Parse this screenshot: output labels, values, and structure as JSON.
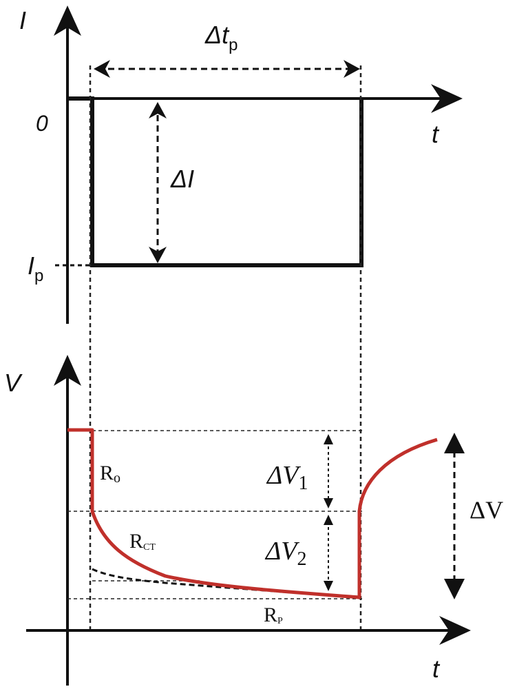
{
  "current_plot": {
    "axis_y_label": "I",
    "axis_x_label": "t",
    "zero_label": "0",
    "pulse_level_label": {
      "base": "I",
      "sub": "p"
    },
    "delta_i_label": "ΔI",
    "pulse_duration_label": {
      "base": "Δt",
      "sub": "p"
    }
  },
  "voltage_plot": {
    "axis_y_label": "V",
    "axis_x_label": "t",
    "r0_label": {
      "base": "R",
      "sub": "o"
    },
    "rct_label": {
      "base": "R",
      "sub": "CT"
    },
    "rp_label": {
      "base": "R",
      "sub": "P"
    },
    "delta_v1_label": {
      "base": "ΔV",
      "sub": "1"
    },
    "delta_v2_label": {
      "base": "ΔV",
      "sub": "2"
    },
    "delta_v_label": "ΔV"
  },
  "colors": {
    "axis": "#111111",
    "voltage_curve": "#c0302b",
    "guide_lines": "#222222"
  }
}
